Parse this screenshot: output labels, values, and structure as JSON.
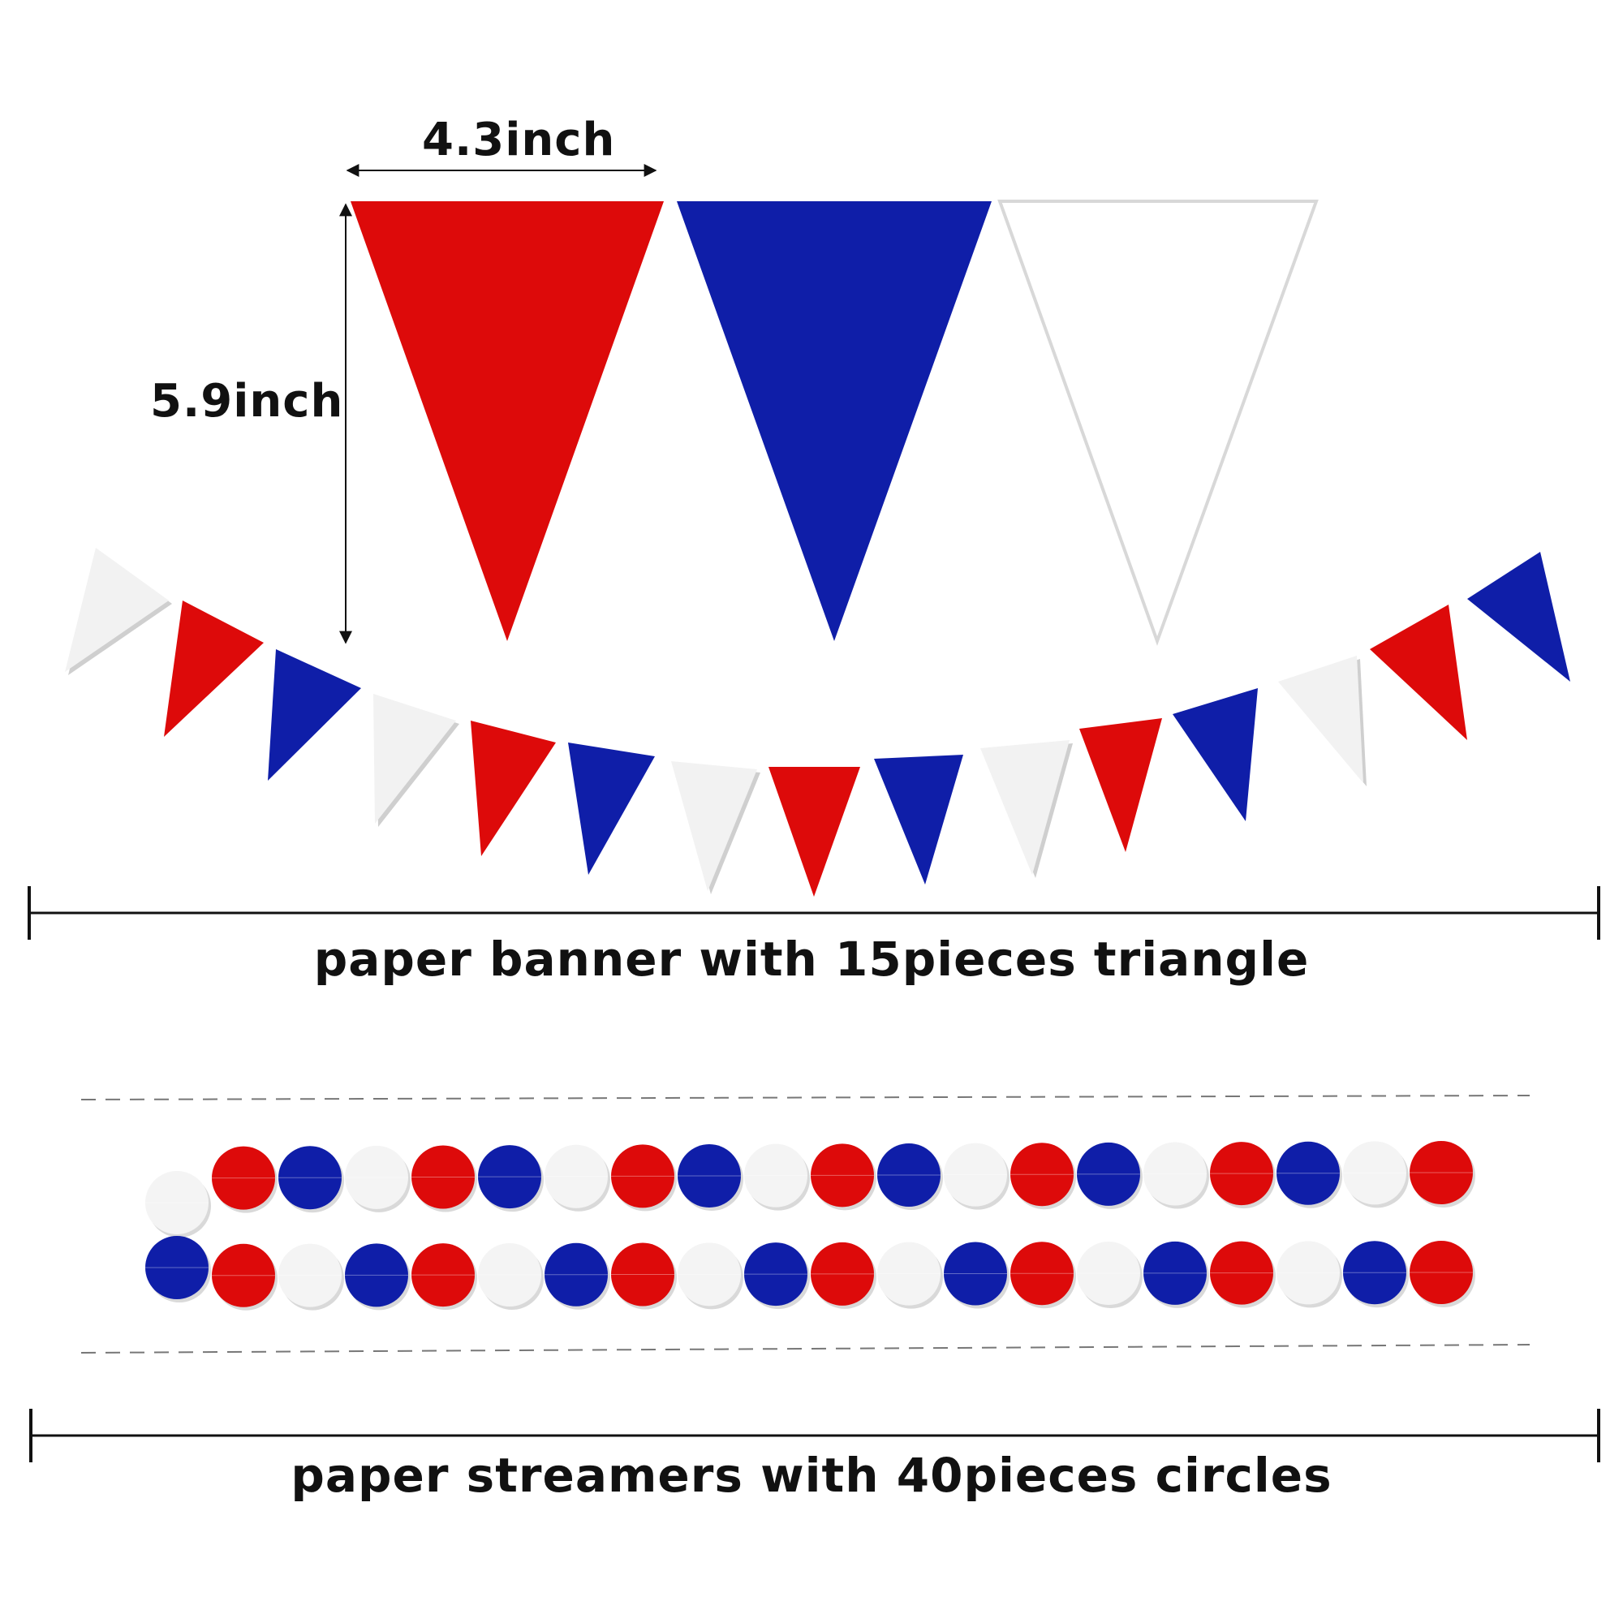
{
  "colors": {
    "red": "#dd0a0a",
    "blue": "#0f1ea8",
    "white": "#ffffff",
    "white_shadow": "#cfcfcf",
    "line": "#111111"
  },
  "dimensions": {
    "width_label": "4.3inch",
    "height_label": "5.9inch"
  },
  "banner": {
    "caption": "paper banner with 15pieces triangle",
    "large_pennants": [
      "red",
      "blue",
      "white"
    ],
    "pennant_sequence": [
      "white",
      "red",
      "blue",
      "white",
      "red",
      "blue",
      "white",
      "red",
      "blue",
      "white",
      "red",
      "blue",
      "white",
      "red",
      "blue"
    ]
  },
  "streamers": {
    "caption": "paper streamers with 40pieces circles",
    "row1": [
      "white",
      "red",
      "blue",
      "white",
      "red",
      "blue",
      "white",
      "red",
      "blue",
      "white",
      "red",
      "blue",
      "white",
      "red",
      "blue",
      "white",
      "red",
      "blue",
      "white",
      "red"
    ],
    "row2": [
      "blue",
      "red",
      "white",
      "blue",
      "red",
      "white",
      "blue",
      "red",
      "white",
      "blue",
      "red",
      "white",
      "blue",
      "red",
      "white",
      "blue",
      "red",
      "white",
      "blue",
      "red"
    ]
  }
}
